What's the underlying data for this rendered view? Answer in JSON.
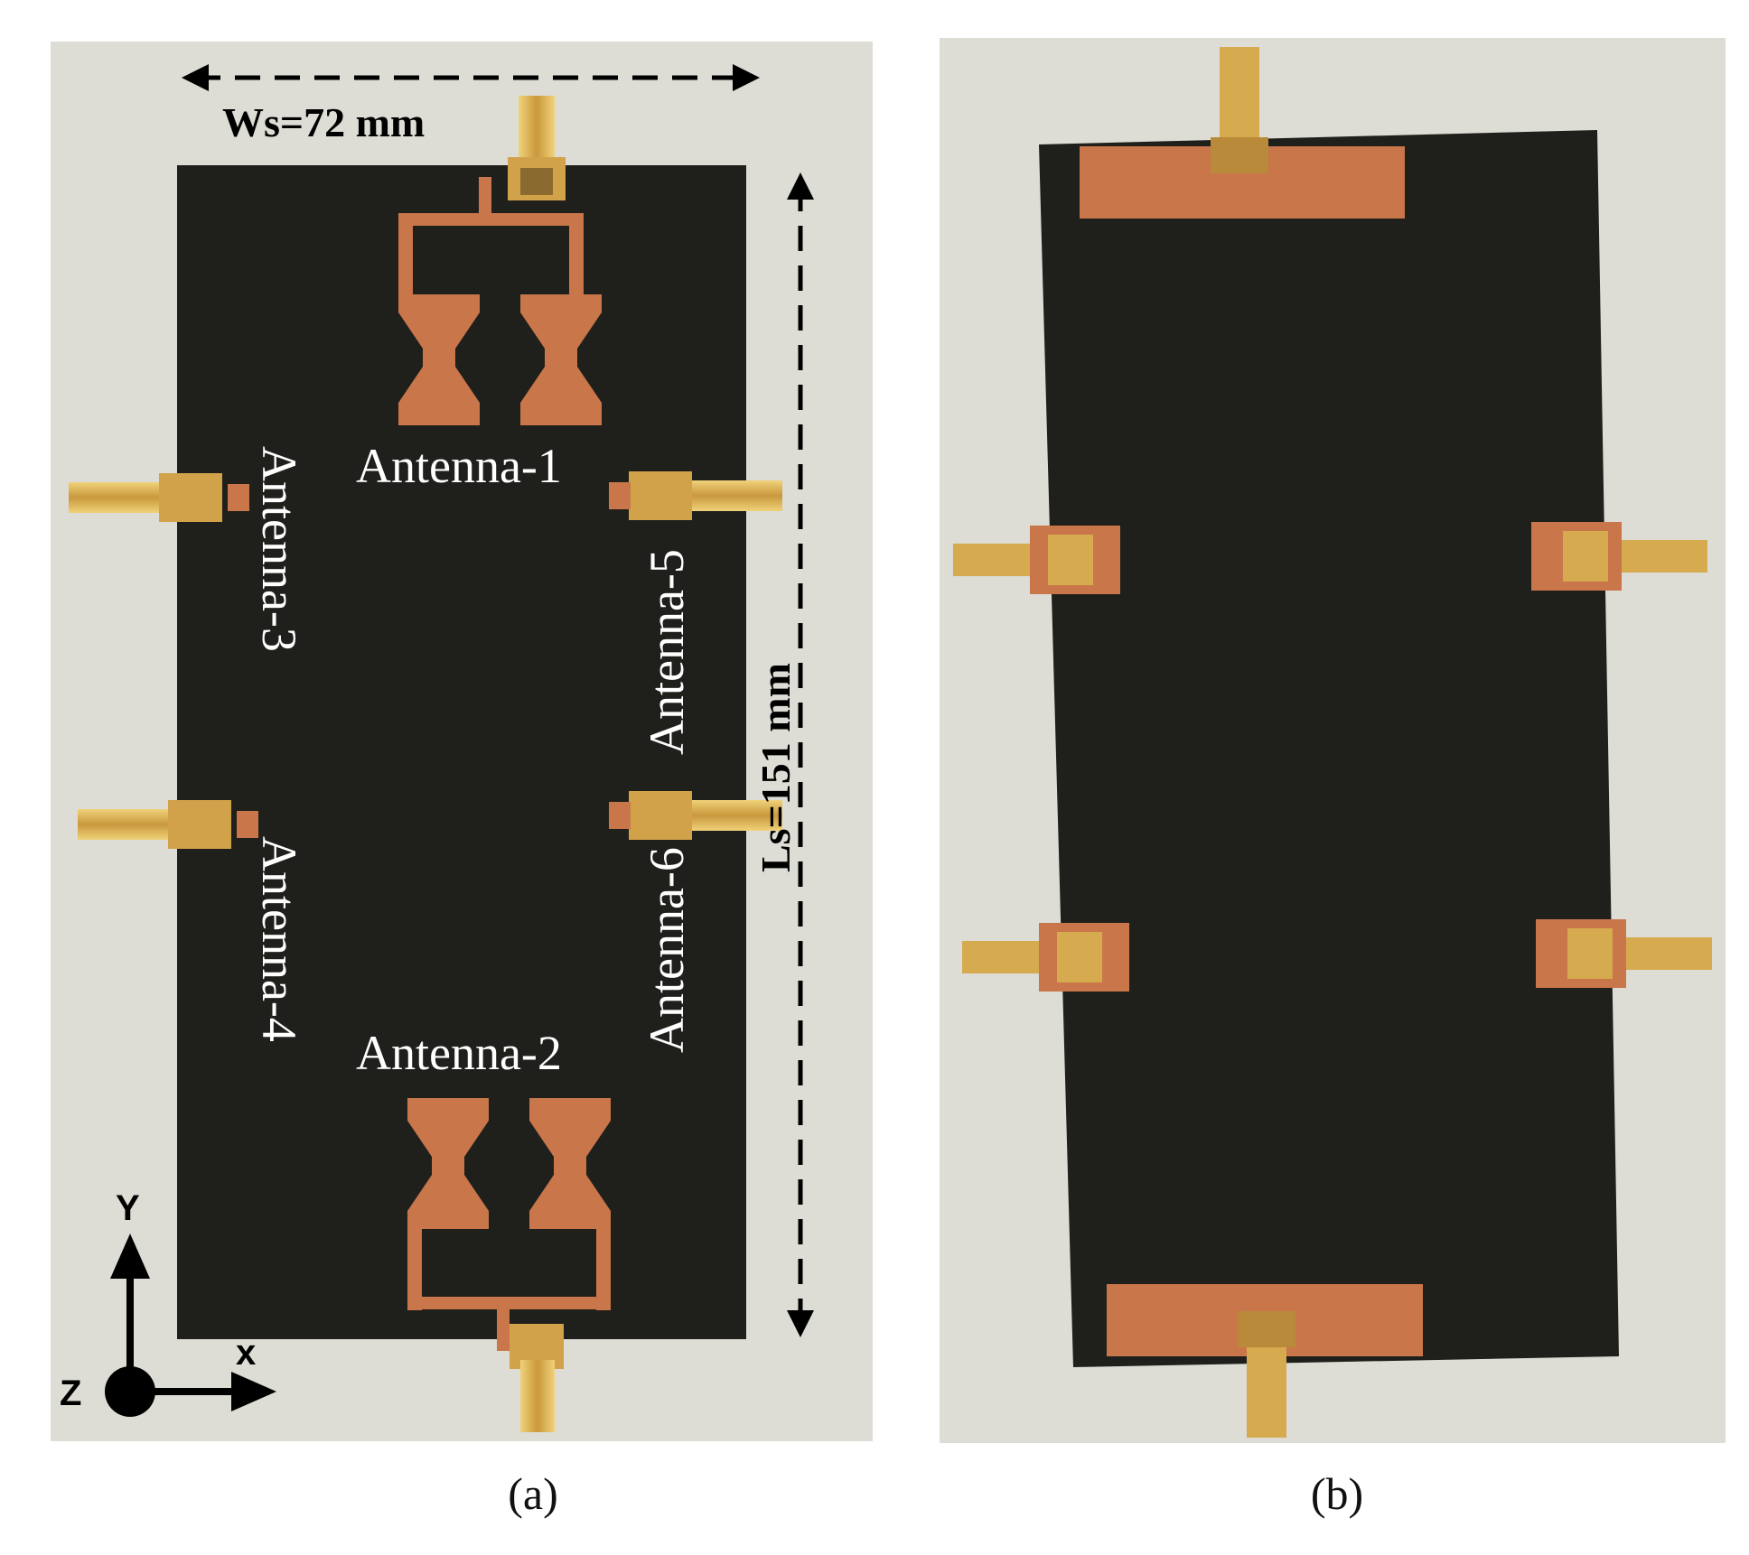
{
  "panel_a": {
    "caption": "(a)",
    "dimension_width": "Ws=72 mm",
    "dimension_length": "Ls=151 mm",
    "antennas": {
      "a1": "Antenna-1",
      "a2": "Antenna-2",
      "a3": "Antenna-3",
      "a4": "Antenna-4",
      "a5": "Antenna-5",
      "a6": "Antenna-6"
    },
    "axes": {
      "y": "Y",
      "x": "x",
      "z": "Z"
    }
  },
  "panel_b": {
    "caption": "(b)"
  },
  "colors": {
    "background": "#dcdcd6",
    "board": "#1e1e1a",
    "copper": "#c8764a",
    "connector_gold": "#d6aa4e",
    "label_white": "#ffffff",
    "label_black": "#000000"
  }
}
